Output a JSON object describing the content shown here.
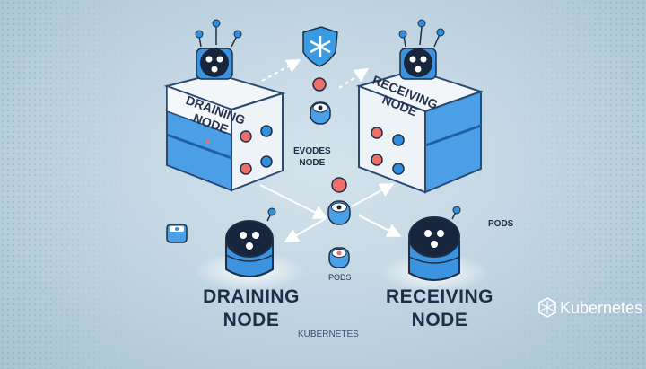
{
  "labels": {
    "draining_top": "DRAINING\nNODE",
    "receiving_top": "RECEIVING\nNODE",
    "evodes": "EVODES\nNODE",
    "pods_right": "PODS",
    "pods_center": "PODS",
    "draining_bottom": "DRAINING\nNODE",
    "receiving_bottom": "RECEIVING\nNODE",
    "kubernetes_center": "KUBERNETES",
    "kubernetes_logo_text": "Kubernetes"
  },
  "colors": {
    "background": "#c2d7e3",
    "node_blue": "#3c93e0",
    "node_dark": "#1e5fa8",
    "hub_dark": "#17253d",
    "pod_red": "#ee6f6a",
    "pod_blue": "#2f8fdc",
    "arrow": "#ffffff"
  },
  "icons": [
    "kubernetes-shield-icon",
    "kubernetes-helm-icon"
  ]
}
